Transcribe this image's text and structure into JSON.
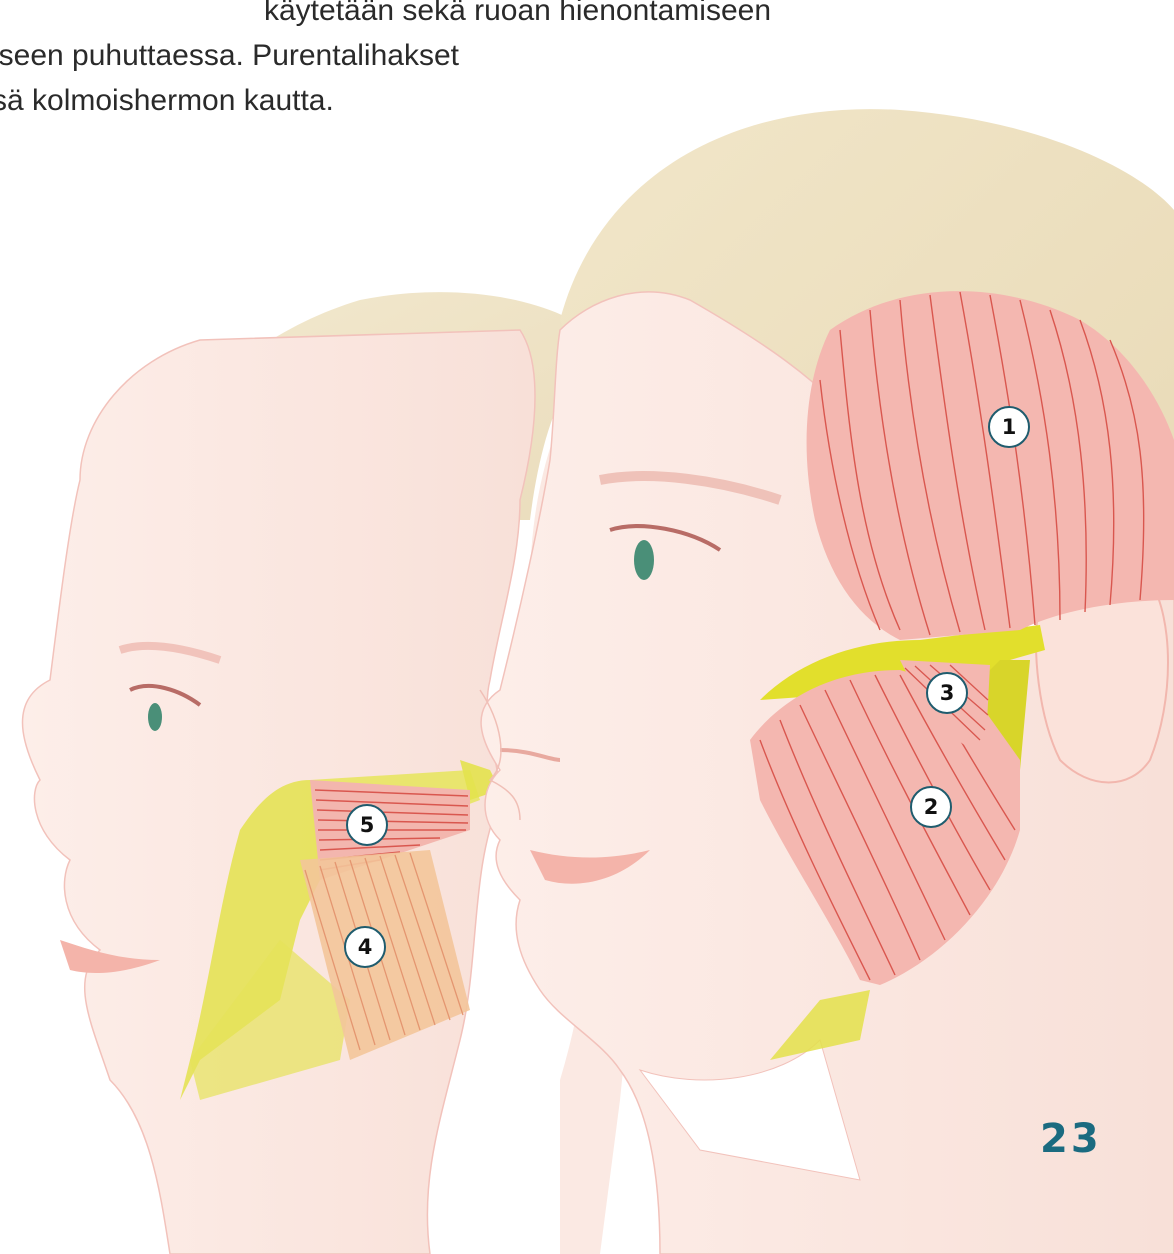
{
  "body_text": {
    "line1": "käytetään sekä ruoan hienontamiseen",
    "line2": "iseen puhuttaessa. Purentalihakset",
    "line3": "sä kolmoishermon kautta."
  },
  "figure": {
    "markers": [
      "1",
      "2",
      "3",
      "4",
      "5"
    ]
  },
  "page_number": "23",
  "colors": {
    "skin": "#fbe6e0",
    "hair": "#efe2c4",
    "muscle": "#f2a9a4",
    "muscle_line": "#d9574f",
    "tendon": "#dede3a",
    "marker_border": "#1f5c6e",
    "page_number": "#1b6b80",
    "body_text": "#2a2a2a"
  }
}
